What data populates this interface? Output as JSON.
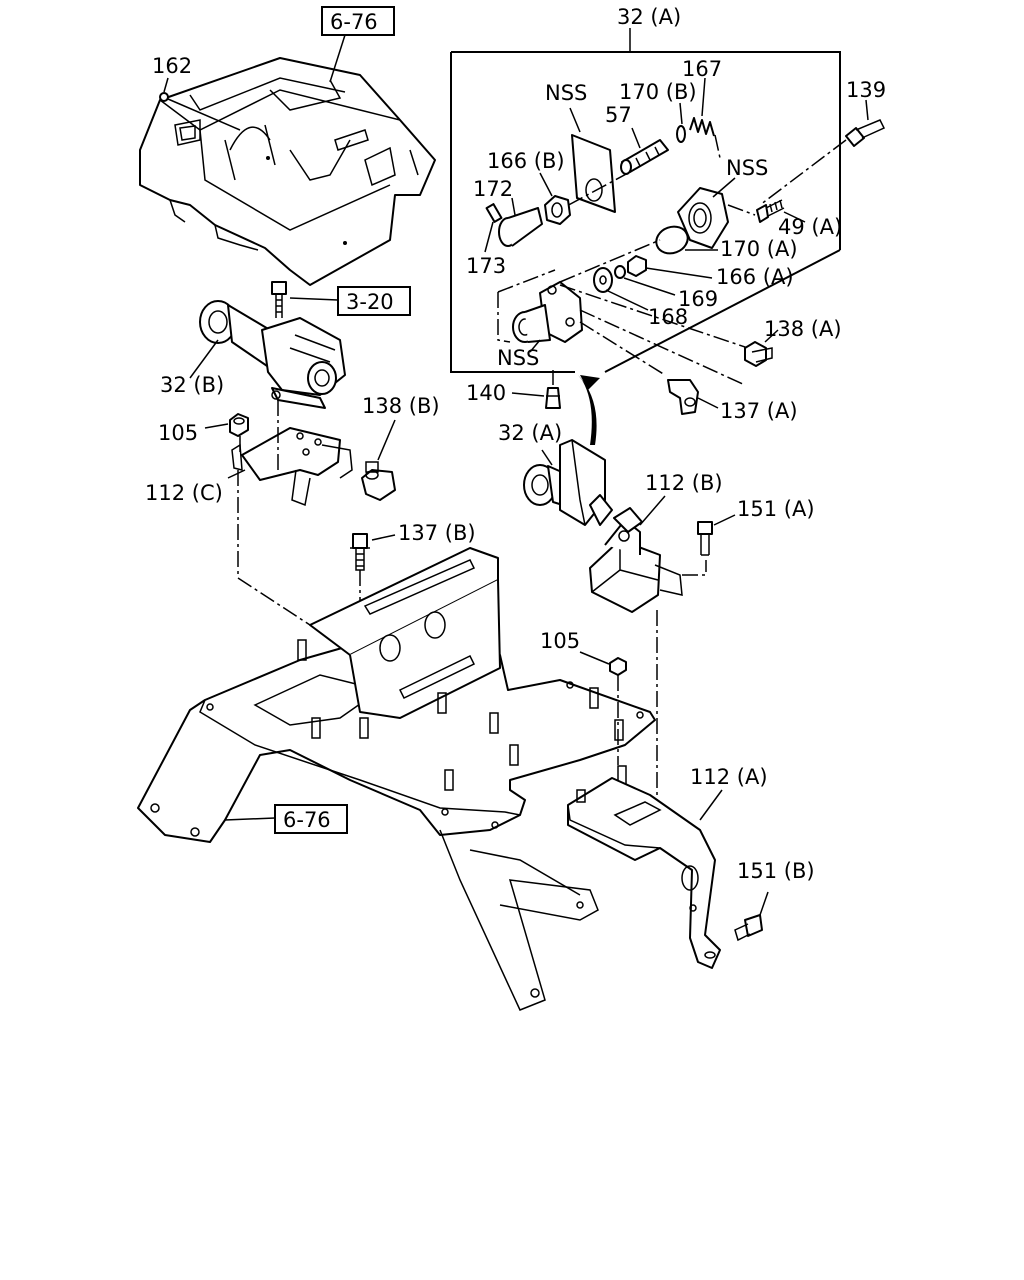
{
  "callouts": {
    "ref_6_76_top": "6-76",
    "ref_3_20": "3-20",
    "ref_6_76_bottom": "6-76",
    "c162": "162",
    "c32A_group": "32 (A)",
    "cNSS_plate": "NSS",
    "c170B": "170 (B)",
    "c167": "167",
    "c139": "139",
    "c57": "57",
    "c166B": "166 (B)",
    "c172": "172",
    "c173": "173",
    "cNSS_flange": "NSS",
    "c49A": "49 (A)",
    "c170A": "170 (A)",
    "c166A": "166 (A)",
    "c169": "169",
    "c168": "168",
    "cNSS_body": "NSS",
    "c138A": "138 (A)",
    "c32B": "32 (B)",
    "c140": "140",
    "c137A": "137 (A)",
    "c105_left": "105",
    "c138B": "138 (B)",
    "c32A_valve": "32 (A)",
    "c112C": "112 (C)",
    "c112B": "112 (B)",
    "c151A": "151 (A)",
    "c137B": "137 (B)",
    "c105_right": "105",
    "c112A": "112 (A)",
    "c151B": "151 (B)"
  }
}
